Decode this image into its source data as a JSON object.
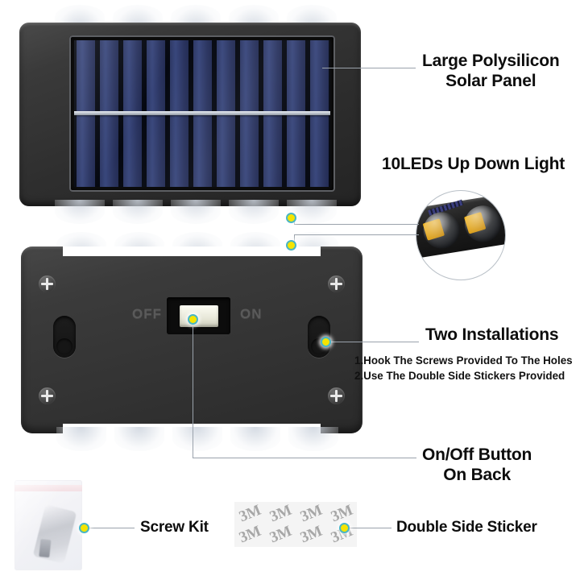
{
  "callouts": {
    "solar_panel": "Large Polysilicon\nSolar Panel",
    "leds": "10LEDs Up Down Light",
    "two_installations": "Two Installations",
    "install_step_1": "1.Hook The Screws Provided To The Holes",
    "install_step_2": "2.Use The Double Side Stickers Provided",
    "on_off_button": "On/Off Button\nOn Back",
    "screw_kit": "Screw Kit",
    "double_side_sticker": "Double Side Sticker"
  },
  "product": {
    "switch": {
      "off_label": "OFF",
      "on_label": "ON"
    },
    "sticker_logo_text": "3M"
  },
  "colors": {
    "marker_fill": "#f5e400",
    "marker_ring": "#49b6c4",
    "leader_line": "#9aa2ab",
    "body_dark": "#333333",
    "cell_blue": "#2d3865",
    "led_chip": "#f0b21a",
    "text": "#0d0d0d",
    "background": "#ffffff"
  }
}
